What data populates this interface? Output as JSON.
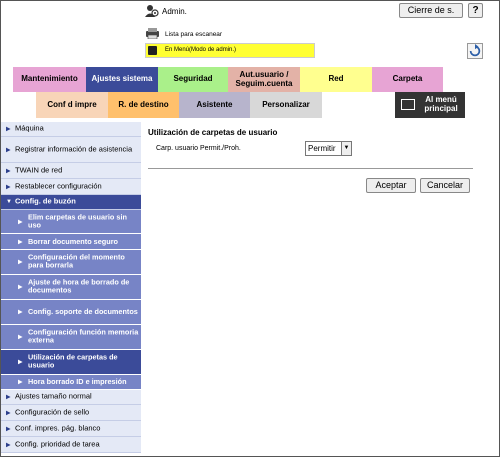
{
  "header": {
    "admin_label": "Admin.",
    "logout_label": "Cierre de s.",
    "help_label": "?",
    "status_text": "Lista para escanear",
    "mode_text": "En Menú(Modo de admin.)"
  },
  "tabs_row1": [
    {
      "label": "Mantenimiento",
      "color": "#e7a4d4"
    },
    {
      "label": "Ajustes sistema",
      "color": "#3b4b99",
      "selected": true
    },
    {
      "label": "Seguridad",
      "color": "#aaf08a"
    },
    {
      "label": "Aut.usuario / Seguim.cuenta",
      "color": "#e3b2a7"
    },
    {
      "label": "Red",
      "color": "#ffff8f"
    },
    {
      "label": "Carpeta",
      "color": "#e7a4d4"
    }
  ],
  "tabs_row2": [
    {
      "label": "Conf d impre",
      "color": "#f8d5b8"
    },
    {
      "label": "R. de destino",
      "color": "#ffc06c"
    },
    {
      "label": "Asistente",
      "color": "#b7b4cc"
    },
    {
      "label": "Personalizar",
      "color": "#d8d8d8"
    },
    {
      "label": "Al menú principal",
      "color": "#333333"
    }
  ],
  "sidebar": {
    "items": [
      {
        "label": "Máquina"
      },
      {
        "label": "Registrar información de asistencia"
      },
      {
        "label": "TWAIN de red"
      },
      {
        "label": "Restablecer configuración"
      },
      {
        "label": "Config. de buzón"
      },
      {
        "label": "Elim carpetas de usuario sin uso"
      },
      {
        "label": "Borrar documento seguro"
      },
      {
        "label": "Configuración del momento para borrarla"
      },
      {
        "label": "Ajuste de hora de borrado de documentos"
      },
      {
        "label": "Config. soporte de documentos"
      },
      {
        "label": "Configuración función memoria externa"
      },
      {
        "label": "Utilización de carpetas de usuario"
      },
      {
        "label": "Hora borrado ID e impresión"
      },
      {
        "label": "Ajustes tamaño normal"
      },
      {
        "label": "Configuración de sello"
      },
      {
        "label": "Conf. impres. pág. blanco"
      },
      {
        "label": "Config. prioridad de tarea"
      }
    ]
  },
  "main": {
    "title": "Utilización de carpetas de usuario",
    "field_label": "Carp. usuario Permit./Proh.",
    "select_value": "Permitir",
    "accept_label": "Aceptar",
    "cancel_label": "Cancelar"
  }
}
